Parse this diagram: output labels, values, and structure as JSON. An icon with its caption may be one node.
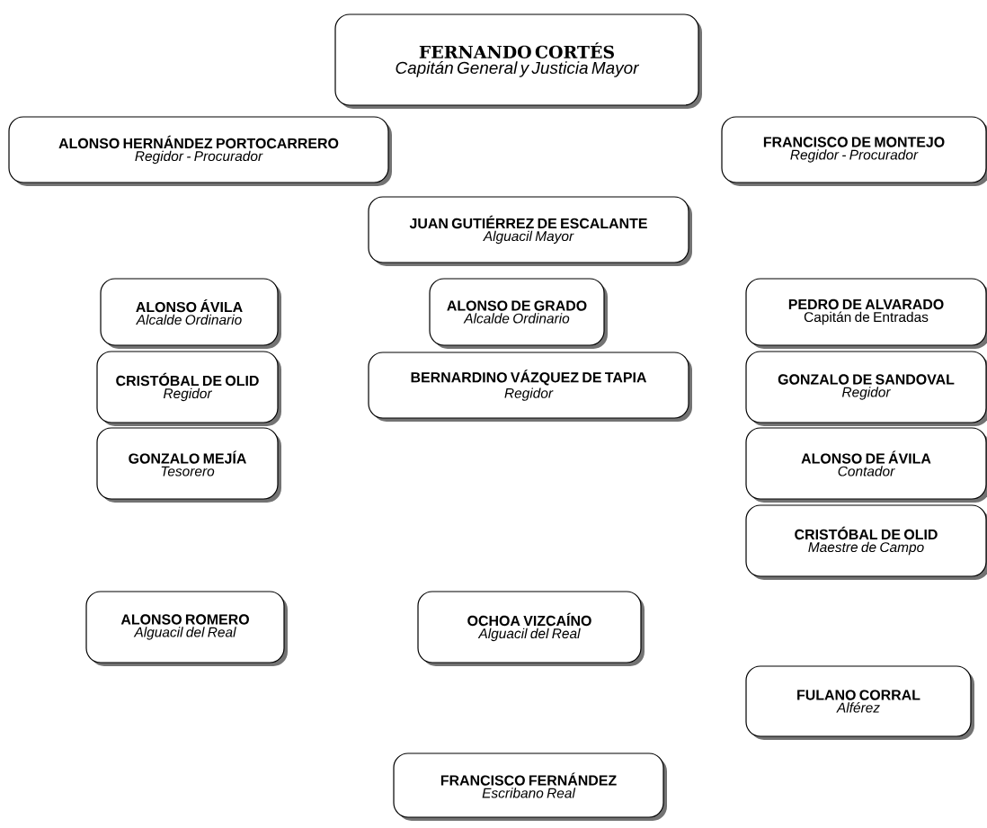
{
  "diagram": {
    "nodes": [
      {
        "text": [
          "FERNANDO CORTÉS",
          "Capitán General y Justicia Mayor"
        ]
      },
      {
        "text": [
          "ALONSO HERNÁNDEZ PORTOCARRERO",
          "Regidor - Procurador"
        ]
      },
      {
        "text": [
          "FRANCISCO DE MONTEJO",
          "Regidor - Procurador"
        ]
      },
      {
        "text": [
          "JUAN GUTIÉRREZ DE ESCALANTE",
          "Alguacil Mayor"
        ]
      },
      {
        "text": [
          "ALONSO ÁVILA",
          "Alcalde Ordinario"
        ]
      },
      {
        "text": [
          "ALONSO DE GRADO",
          "Alcalde Ordinario"
        ]
      },
      {
        "text": [
          "PEDRO DE ALVARADO",
          "Capitán de Entradas"
        ]
      },
      {
        "text": [
          "CRISTÓBAL DE OLID",
          "Regidor"
        ]
      },
      {
        "text": [
          "BERNARDINO VÁZQUEZ DE TAPIA",
          "Regidor"
        ]
      },
      {
        "text": [
          "GONZALO DE SANDOVAL",
          "Regidor"
        ]
      },
      {
        "text": [
          "GONZALO MEJÍA",
          "Tesorero"
        ]
      },
      {
        "text": [
          "ALONSO DE ÁVILA",
          "Contador"
        ]
      },
      {
        "text": [
          "CRISTÓBAL DE OLID",
          "Maestre de Campo"
        ]
      },
      {
        "text": [
          "ALONSO ROMERO",
          "Alguacil del Real"
        ]
      },
      {
        "text": [
          "OCHOA VIZCAÍNO",
          "Alguacil del Real"
        ]
      },
      {
        "text": [
          "FULANO CORRAL",
          "Alférez"
        ]
      },
      {
        "text": [
          "FRANCISCO FERNÁNDEZ",
          "Escribano Real"
        ]
      }
    ]
  }
}
